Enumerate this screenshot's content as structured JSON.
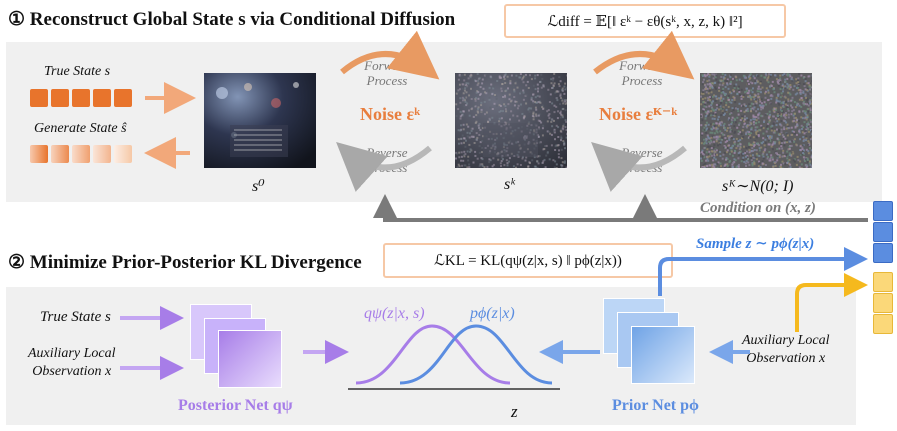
{
  "section1": {
    "heading": "① Reconstruct Global State s via Conditional Diffusion",
    "loss_formula": "ℒdiff = 𝔼[‖ εᵏ − εθ(sᵏ, x, z, k) ‖²]",
    "true_state_label": "True State s",
    "generate_state_label": "Generate State ŝ",
    "forward_process": "Forward\nProcess",
    "reverse_process": "Reverse\nProcess",
    "noise_1": "Noise εᵏ",
    "noise_2": "Noise εᴷ⁻ᵏ",
    "state_0": "s⁰",
    "state_k": "sᵏ",
    "state_K": "sᴷ∼N(0; I)",
    "condition_label": "Condition on (x, z)"
  },
  "section2": {
    "heading": "② Minimize Prior-Posterior KL Divergence",
    "kl_formula": "ℒKL = KL(qψ(z|x, s) ‖ pϕ(z|x))",
    "true_state_label": "True State s",
    "aux_obs_left": "Auxiliary Local\nObservation x",
    "aux_obs_right": "Auxiliary Local\nObservation x",
    "posterior_net": "Posterior Net qψ",
    "prior_net": "Prior Net pϕ",
    "q_label": "qψ(z|x, s)",
    "p_label": "pϕ(z|x)",
    "z_axis": "z",
    "sample_label": "Sample z ∼ pϕ(z|x)"
  },
  "colors": {
    "orange": "#e8742c",
    "purple": "#a77de8",
    "blue": "#5b8de0",
    "yellow": "#fbd879",
    "gray": "#7a7a7a"
  }
}
